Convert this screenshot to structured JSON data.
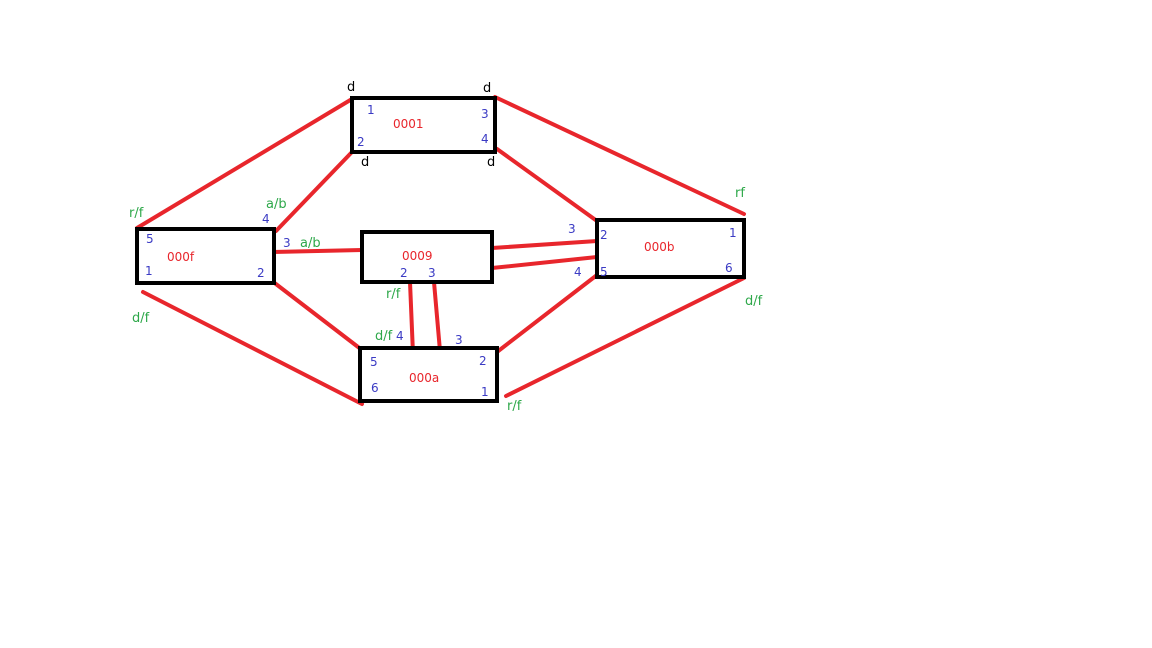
{
  "colors": {
    "box_stroke": "#000000",
    "link": "#e8262c",
    "node_label": "#e8262c",
    "port": "#3b3bc4",
    "tag_green": "#2ea84a",
    "tag_black": "#000000"
  },
  "nodes": {
    "n0001": {
      "label": "0001",
      "ports": {
        "p1": "1",
        "p2": "2",
        "p3": "3",
        "p4": "4"
      }
    },
    "n000f": {
      "label": "000f",
      "ports": {
        "p5": "5",
        "p1": "1",
        "p4": "4",
        "p3": "3",
        "p2": "2"
      }
    },
    "n0009": {
      "label": "0009",
      "ports": {
        "p2": "2",
        "p3": "3"
      }
    },
    "n000b": {
      "label": "000b",
      "ports": {
        "p3": "3",
        "p2": "2",
        "p1": "1",
        "p4": "4",
        "p5": "5",
        "p6": "6"
      }
    },
    "n000a": {
      "label": "000a",
      "ports": {
        "p4": "4",
        "p3": "3",
        "p5": "5",
        "p2": "2",
        "p6": "6",
        "p1": "1"
      }
    }
  },
  "tags": {
    "d_tl": "d",
    "d_tr": "d",
    "d_bl": "d",
    "d_br": "d",
    "rf_000f_top": "r/f",
    "ab_000f_4": "a/b",
    "ab_000f_3": "a/b",
    "df_000f_bottom": "d/f",
    "rf_0009": "r/f",
    "df_000a": "d/f",
    "rf_000b": "rf",
    "df_000b": "d/f",
    "rf_000a": "r/f"
  }
}
